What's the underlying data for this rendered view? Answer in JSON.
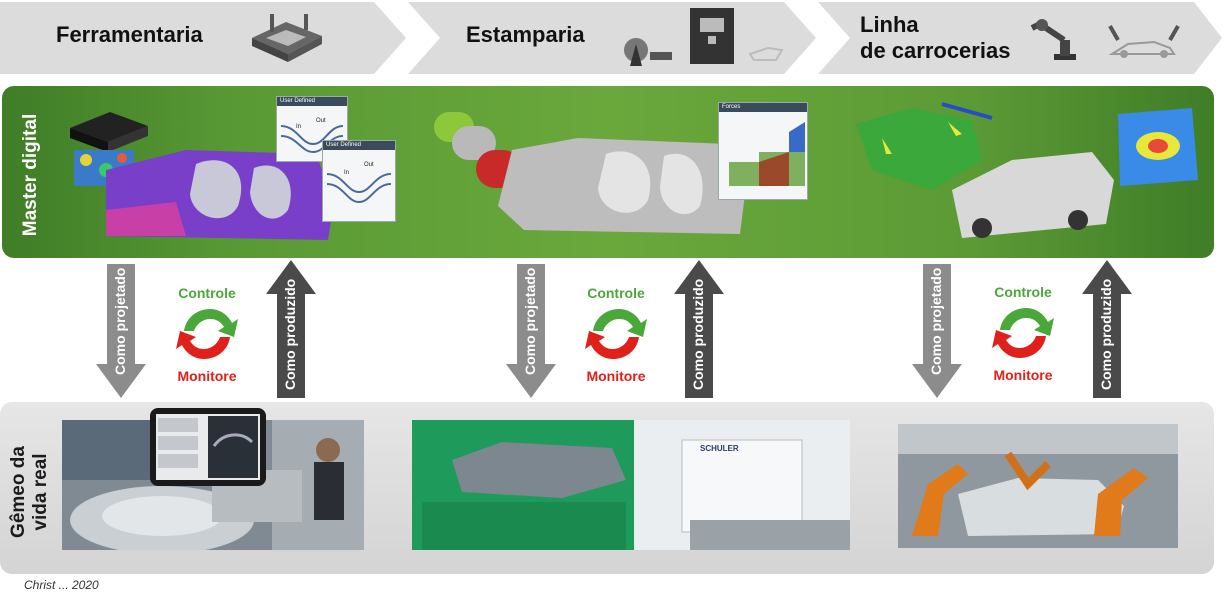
{
  "stages": [
    {
      "title": "Ferramentaria"
    },
    {
      "title": "Estamparia"
    },
    {
      "title_line1": "Linha",
      "title_line2": "de carrocerias"
    }
  ],
  "bands": {
    "top_label": "Master digital",
    "bottom_label_line1": "Gêmeo da",
    "bottom_label_line2": "vida real"
  },
  "flow": {
    "down_label": "Como projetado",
    "up_label": "Como produzido",
    "control_label": "Controle",
    "monitor_label": "Monitore"
  },
  "popups": {
    "user_defined": "User Defined",
    "forces": "Forces",
    "in_label": "In",
    "out_label": "Out"
  },
  "photo_texts": {
    "press_brand": "SCHULER"
  },
  "caption": "Christ ... 2020",
  "colors": {
    "green_band": "#5a9a35",
    "arrow_gray": "#8c8c8c",
    "arrow_dark": "#4a4a4a",
    "control_green": "#4aa83a",
    "monitor_red": "#e0201a",
    "header_gray": "#dcdcdc"
  }
}
